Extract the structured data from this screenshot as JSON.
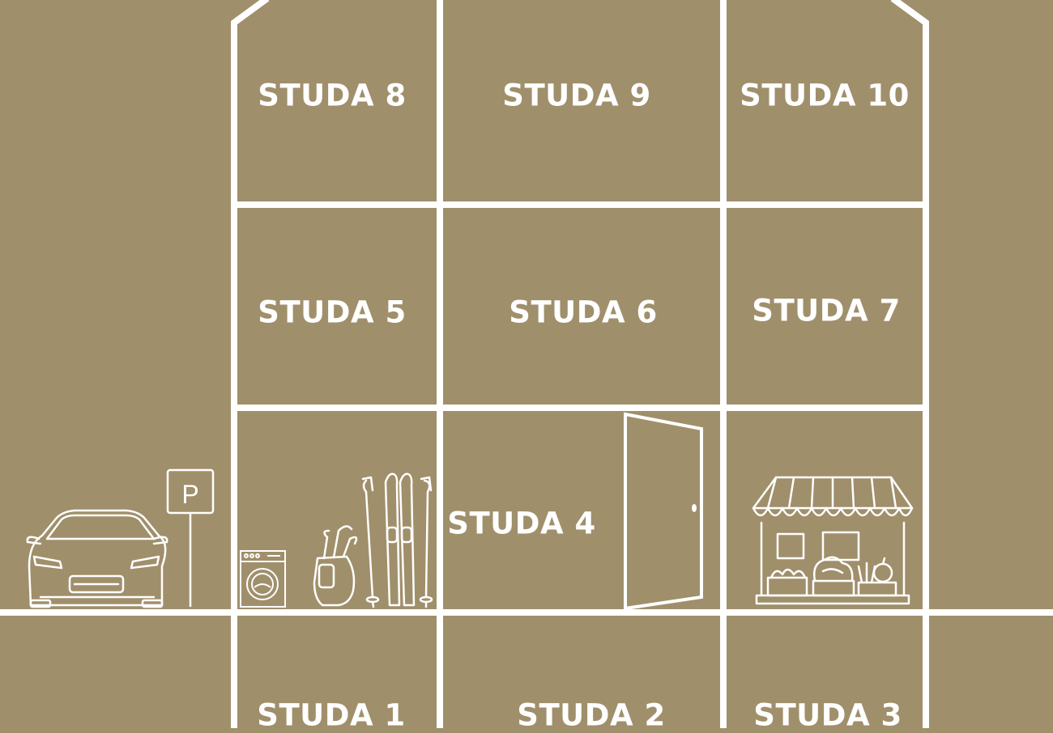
{
  "colors": {
    "background": "#a08f6b",
    "lines": "#ffffff"
  },
  "units": [
    {
      "id": "studa-8",
      "label": "STUDA 8"
    },
    {
      "id": "studa-9",
      "label": "STUDA 9"
    },
    {
      "id": "studa-10",
      "label": "STUDA 10"
    },
    {
      "id": "studa-5",
      "label": "STUDA 5"
    },
    {
      "id": "studa-6",
      "label": "STUDA 6"
    },
    {
      "id": "studa-7",
      "label": "STUDA 7"
    },
    {
      "id": "studa-4",
      "label": "STUDA 4"
    },
    {
      "id": "studa-1",
      "label": "STUDA 1"
    },
    {
      "id": "studa-2",
      "label": "STUDA 2"
    },
    {
      "id": "studa-3",
      "label": "STUDA 3"
    }
  ],
  "parking_sign": {
    "letter": "P"
  },
  "icons": [
    "car-icon",
    "parking-sign-icon",
    "washing-machine-icon",
    "golf-bag-icon",
    "skis-icon",
    "door-icon",
    "market-stall-icon"
  ]
}
